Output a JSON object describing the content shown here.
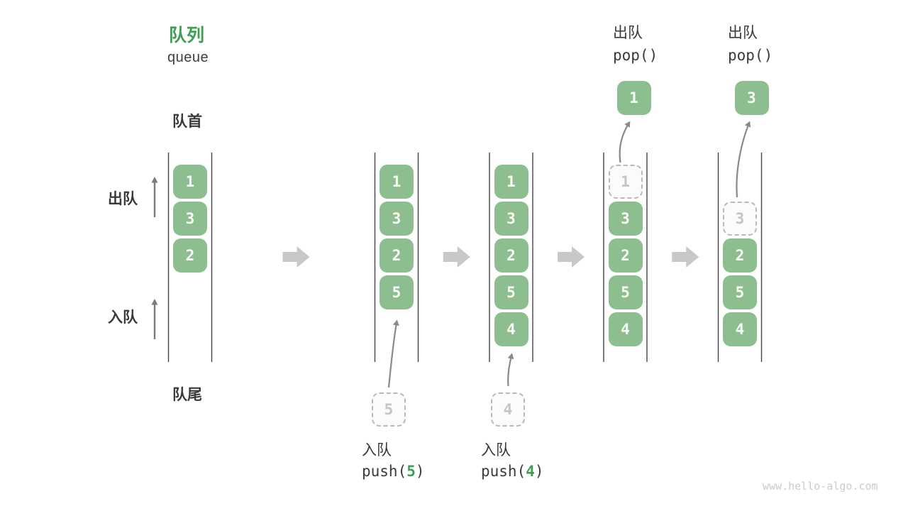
{
  "title": {
    "zh": "队列",
    "en": "queue"
  },
  "side_labels": {
    "front": "队首",
    "rear": "队尾",
    "dequeue": "出队",
    "enqueue": "入队"
  },
  "watermark": "www.hello-algo.com",
  "colors": {
    "box_green": "#8dbe8f",
    "box_text": "#fafdfa",
    "title_green": "#3d9e53",
    "arg_green": "#3d9e53",
    "dark_text": "#3a3a3a",
    "channel_line": "#454545",
    "thin_arrow": "#7a7a7a",
    "curve_arrow": "#8a8a8a",
    "block_arrow": "#c8c8c8",
    "ghost_border": "#b9b9b9",
    "ghost_fill": "#fbfbfb",
    "ghost_text": "#c2c5c2",
    "watermark_gray": "#c9cbcd"
  },
  "columns": [
    {
      "solid": [
        {
          "row": 0,
          "v": "1"
        },
        {
          "row": 1,
          "v": "3"
        },
        {
          "row": 2,
          "v": "2"
        }
      ]
    },
    {
      "solid": [
        {
          "row": 0,
          "v": "1"
        },
        {
          "row": 1,
          "v": "3"
        },
        {
          "row": 2,
          "v": "2"
        },
        {
          "row": 3,
          "v": "5"
        }
      ],
      "push": {
        "zh": "入队",
        "fn_open": "push(",
        "arg": "5",
        "fn_close": ")",
        "ghost": "5"
      }
    },
    {
      "solid": [
        {
          "row": 0,
          "v": "1"
        },
        {
          "row": 1,
          "v": "3"
        },
        {
          "row": 2,
          "v": "2"
        },
        {
          "row": 3,
          "v": "5"
        },
        {
          "row": 4,
          "v": "4"
        }
      ],
      "push": {
        "zh": "入队",
        "fn_open": "push(",
        "arg": "4",
        "fn_close": ")",
        "ghost": "4"
      }
    },
    {
      "solid": [
        {
          "row": 1,
          "v": "3"
        },
        {
          "row": 2,
          "v": "2"
        },
        {
          "row": 3,
          "v": "5"
        },
        {
          "row": 4,
          "v": "4"
        }
      ],
      "ghost_slot": {
        "row": 0,
        "v": "1"
      },
      "pop": {
        "zh": "出队",
        "fn": "pop()",
        "popped": "1"
      }
    },
    {
      "solid": [
        {
          "row": 2,
          "v": "2"
        },
        {
          "row": 3,
          "v": "5"
        },
        {
          "row": 4,
          "v": "4"
        }
      ],
      "ghost_slot": {
        "row": 1,
        "v": "3"
      },
      "pop": {
        "zh": "出队",
        "fn": "pop()",
        "popped": "3"
      }
    }
  ]
}
